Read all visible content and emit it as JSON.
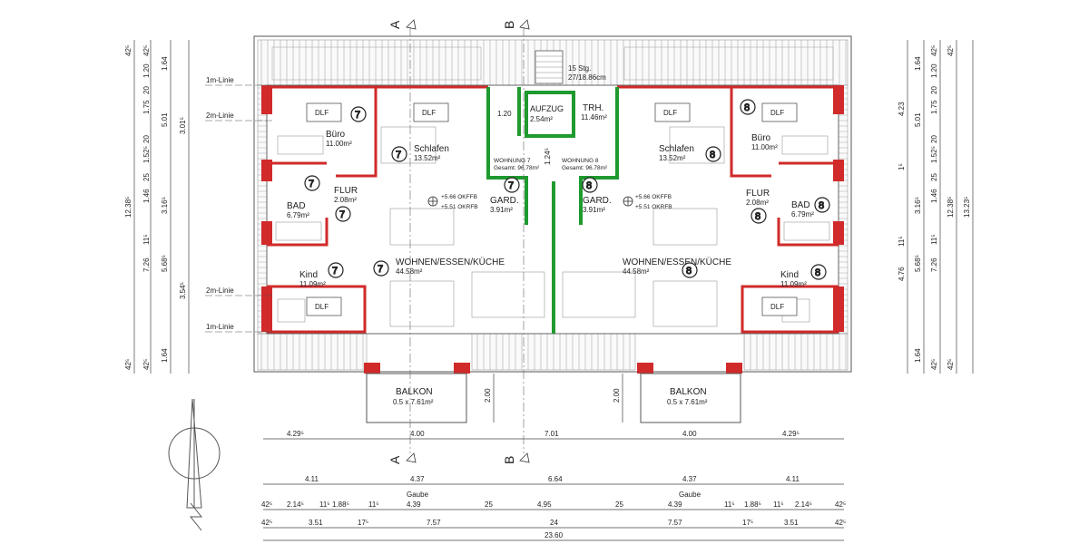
{
  "sections": {
    "a": "A",
    "b": "B"
  },
  "stair": {
    "steps": "15 Stg.",
    "rise": "27/18.86cm"
  },
  "lines": {
    "one_m": "1m-Linie",
    "two_m": "2m-Linie"
  },
  "units": [
    {
      "number": "7",
      "rooms": {
        "buero": {
          "name": "Büro",
          "area": "11.00m²"
        },
        "schlafen": {
          "name": "Schlafen",
          "area": "13.52m²"
        },
        "flur": {
          "name": "FLUR",
          "area": "2.08m²"
        },
        "bad": {
          "name": "BAD",
          "area": "6.79m²"
        },
        "kind": {
          "name": "Kind",
          "area": "11.09m²"
        },
        "wohnen": {
          "name": "WOHNEN/ESSEN/KÜCHE",
          "area": "44.58m²"
        },
        "gard": {
          "name": "GARD.",
          "area": "3.91m²"
        }
      },
      "wohnung": {
        "name": "WOHNUNG 7",
        "total": "Gesamt: 96.78m²"
      },
      "level": {
        "okffb": "+5.66 OKFFB",
        "okrfb": "+5.51 OKRFB"
      },
      "balkon": {
        "name": "BALKON",
        "size": "0.5 x 7.61m²"
      }
    },
    {
      "number": "8",
      "rooms": {
        "buero": {
          "name": "Büro",
          "area": "11.00m²"
        },
        "schlafen": {
          "name": "Schlafen",
          "area": "13.52m²"
        },
        "flur": {
          "name": "FLUR",
          "area": "2.08m²"
        },
        "bad": {
          "name": "BAD",
          "area": "6.79m²"
        },
        "kind": {
          "name": "Kind",
          "area": "11.09m²"
        },
        "wohnen": {
          "name": "WOHNEN/ESSEN/KÜCHE",
          "area": "44.58m²"
        },
        "gard": {
          "name": "GARD.",
          "area": "3.91m²"
        }
      },
      "wohnung": {
        "name": "WOHNUNG 8",
        "total": "Gesamt: 96.78m²"
      },
      "level": {
        "okffb": "+5.66 OKFFB",
        "okrfb": "+5.51 OKRFB"
      },
      "balkon": {
        "name": "BALKON",
        "size": "0.5 x 7.61m²"
      }
    }
  ],
  "core": {
    "aufzug": {
      "name": "AUFZUG",
      "area": "2.54m²"
    },
    "trh": {
      "name": "TRH.",
      "area": "11.46m²"
    },
    "w120": "1.20",
    "w124": "1.24⁵"
  },
  "dlf": "DLF",
  "horizontal_dims": {
    "row1": [
      "4.29⁵",
      "4.00",
      "7.01",
      "4.00",
      "4.29⁵"
    ],
    "row2": [
      "4.11",
      "4.37",
      "6.64",
      "4.37",
      "4.11"
    ],
    "gaube": [
      "Gaube",
      "Gaube"
    ],
    "row3": [
      "42⁵",
      "2.14⁵",
      "11⁵",
      "1.88⁵",
      "11⁵",
      "4.39",
      "25",
      "4.95",
      "25",
      "4.39",
      "11⁵",
      "1.88⁵",
      "11⁵",
      "2.14⁵",
      "42⁵"
    ],
    "row4": [
      "42⁵",
      "3.51",
      "17⁵",
      "7.57",
      "24",
      "7.57",
      "17⁵",
      "3.51",
      "42⁵"
    ],
    "total": "23.60",
    "balcony_depth": [
      "2.00",
      "2.00"
    ]
  },
  "vertical_dims": {
    "left_a": [
      "42⁵",
      "1.20",
      "20",
      "1.75",
      "20",
      "1.52⁵",
      "25",
      "1.46",
      "11⁵",
      "7.26",
      "42⁵"
    ],
    "left_b": [
      "42⁵",
      "12.38⁵",
      "42⁵"
    ],
    "left_c": [
      "1.64",
      "5.01",
      "3.16⁵",
      "5.68⁵",
      "1.64"
    ],
    "left_d": [
      "3.01⁵",
      "3.54⁵"
    ],
    "right_a": [
      "4.23",
      "4.76"
    ],
    "right_b": [
      "42⁵",
      "1.20",
      "20",
      "1.75",
      "20",
      "1.52⁵",
      "25",
      "1.46",
      "11⁵",
      "7.26",
      "42⁵"
    ],
    "right_c": [
      "1.64",
      "5.01",
      "3.16⁵",
      "5.68⁵",
      "1.64"
    ],
    "right_d": [
      "42⁵",
      "12.38⁵",
      "42⁵"
    ],
    "right_e": [
      "13.23⁵"
    ],
    "right_f": [
      "1⁵",
      "11⁵"
    ]
  }
}
